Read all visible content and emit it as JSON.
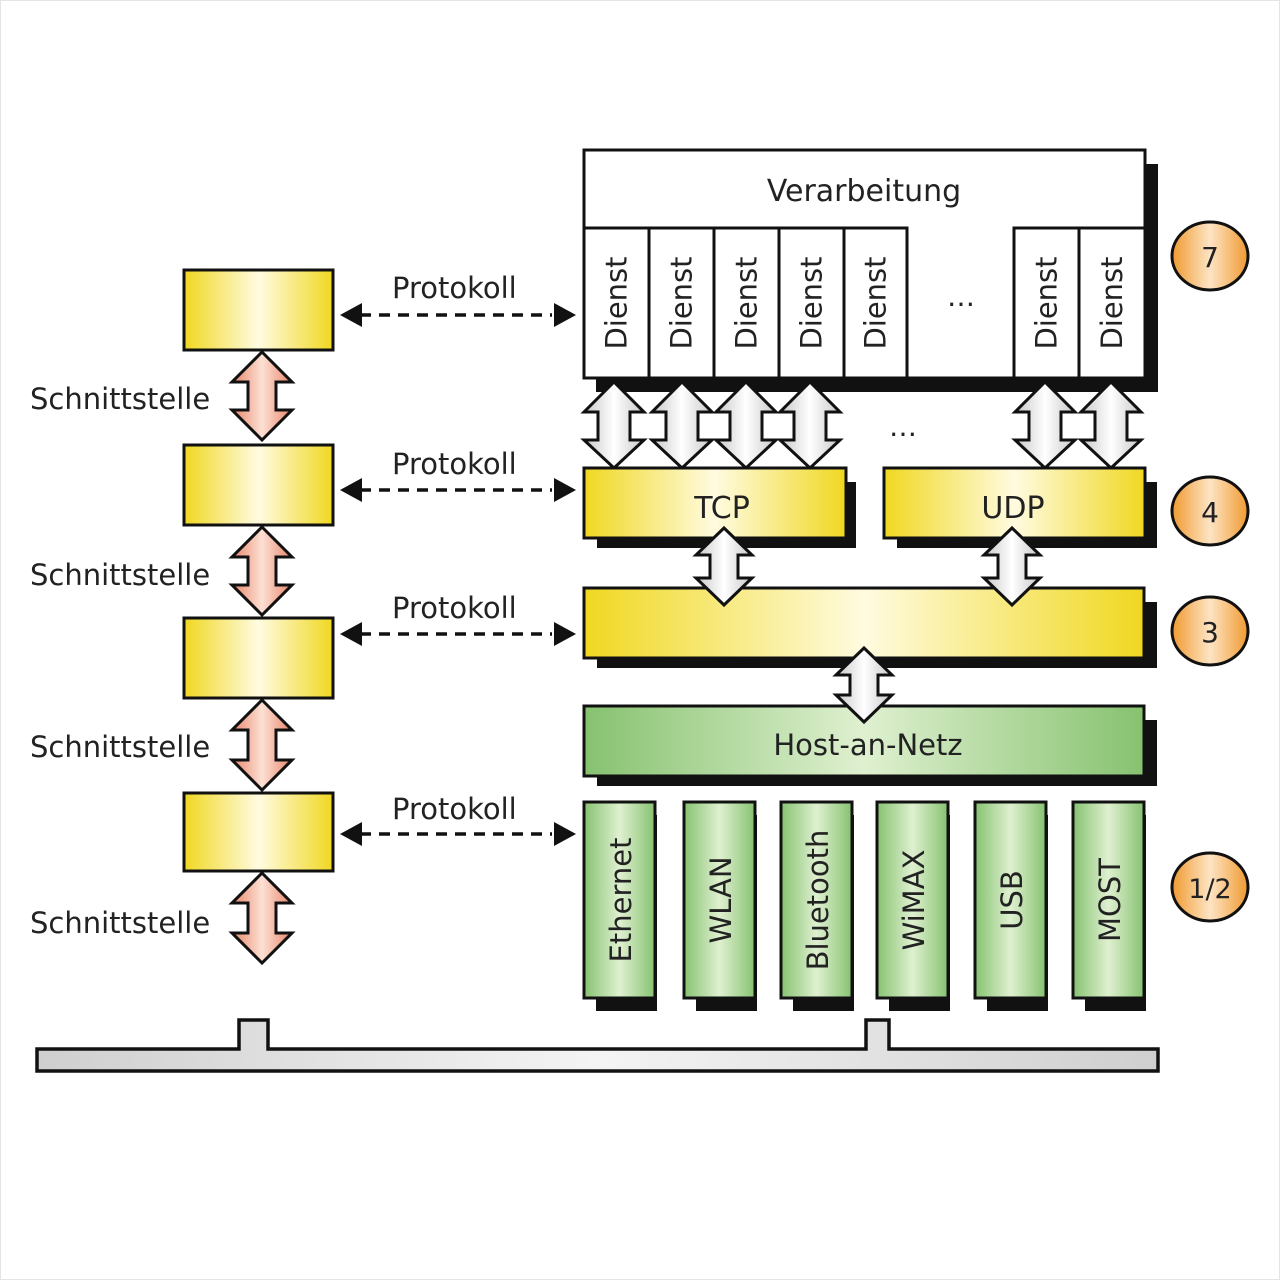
{
  "left_stack": {
    "protocol_label": "Protokoll",
    "interface_label": "Schnittstelle",
    "boxes": 4
  },
  "layer7": {
    "title": "Verarbeitung",
    "services": [
      "Dienst",
      "Dienst",
      "Dienst",
      "Dienst",
      "Dienst",
      "Dienst",
      "Dienst"
    ],
    "ellipsis": "…",
    "badge": "7"
  },
  "layer4": {
    "tcp": "TCP",
    "udp": "UDP",
    "ellipsis": "…",
    "badge": "4"
  },
  "layer3": {
    "label": "",
    "badge": "3"
  },
  "host_to_net": {
    "label": "Host-an-Netz"
  },
  "layer12": {
    "technologies": [
      "Ethernet",
      "WLAN",
      "Bluetooth",
      "WiMAX",
      "USB",
      "MOST"
    ],
    "badge": "1/2"
  },
  "colors": {
    "yellow": "#f2dc2a",
    "green": "#8fca7a",
    "salmon": "#ee9c84",
    "orange": "#f0a040",
    "gray_arrow": "#e8e8e8",
    "bus": "#d8d8d8"
  }
}
